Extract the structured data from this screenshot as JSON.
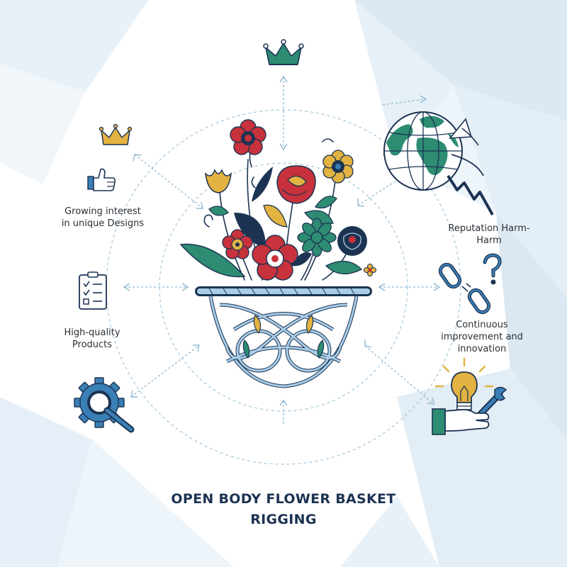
{
  "title": {
    "line1": "OPEN BODY FLOWER BASKET",
    "line2": "RIGGING"
  },
  "labels": {
    "growing": [
      "Growing interest",
      "in unique Designs"
    ],
    "quality": [
      "High-quality",
      "Products"
    ],
    "reputation": [
      "Reputation Harm-",
      "Harm"
    ],
    "continuous": [
      "Continuous",
      "improvement and",
      "innovation"
    ]
  },
  "icons": {
    "top": "crown-icon",
    "top_left": "crown-icon",
    "left_upper": "thumbs-up-icon",
    "left_middle": "checklist-icon",
    "left_lower": "gear-magnifier-icon",
    "right_upper": "globe-decline-icon",
    "right_middle": "broken-chain-question-icon",
    "right_lower": "lightbulb-wrench-hand-icon",
    "center": "flower-basket-icon"
  },
  "colors": {
    "navy": "#1c3352",
    "teal": "#2e8c73",
    "green": "#2f8a5a",
    "red": "#c8323c",
    "gold": "#e3b341",
    "blue": "#3a7fb5",
    "light_blue": "#a9cde6",
    "dash": "#9cc3da"
  }
}
